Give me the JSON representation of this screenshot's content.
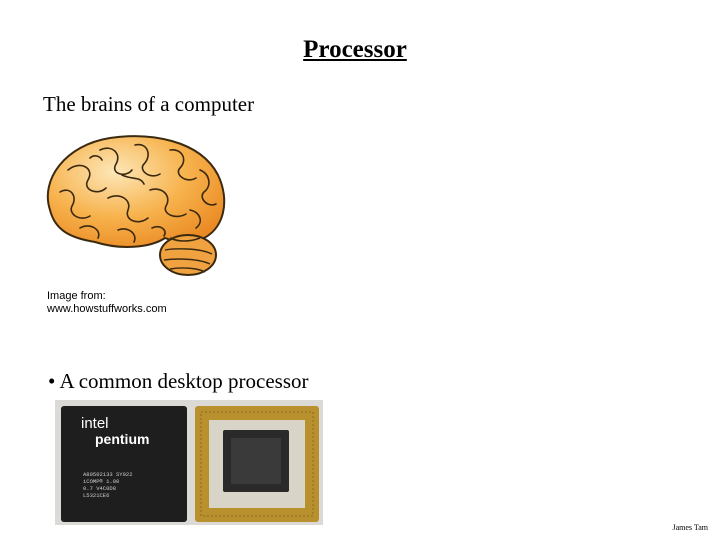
{
  "slide": {
    "title": "Processor",
    "subtitle": "The brains of a computer",
    "credit_line1": "Image from:",
    "credit_line2": "www.howstuffworks.com",
    "bullet": "• A common desktop processor",
    "footer": "James Tam"
  },
  "chip": {
    "brand": "intel",
    "product": "pentium",
    "lines": [
      "A80502133 SY022",
      "iCOMP® 1.00",
      "0.7 V4C0D8",
      "L5321CE6"
    ]
  },
  "colors": {
    "brain_fill": "#f7a340",
    "brain_light": "#fde7b8",
    "chip_black": "#1e1e1e",
    "gold_pins": "#b8912e",
    "ceramic": "#d8d4c8"
  }
}
